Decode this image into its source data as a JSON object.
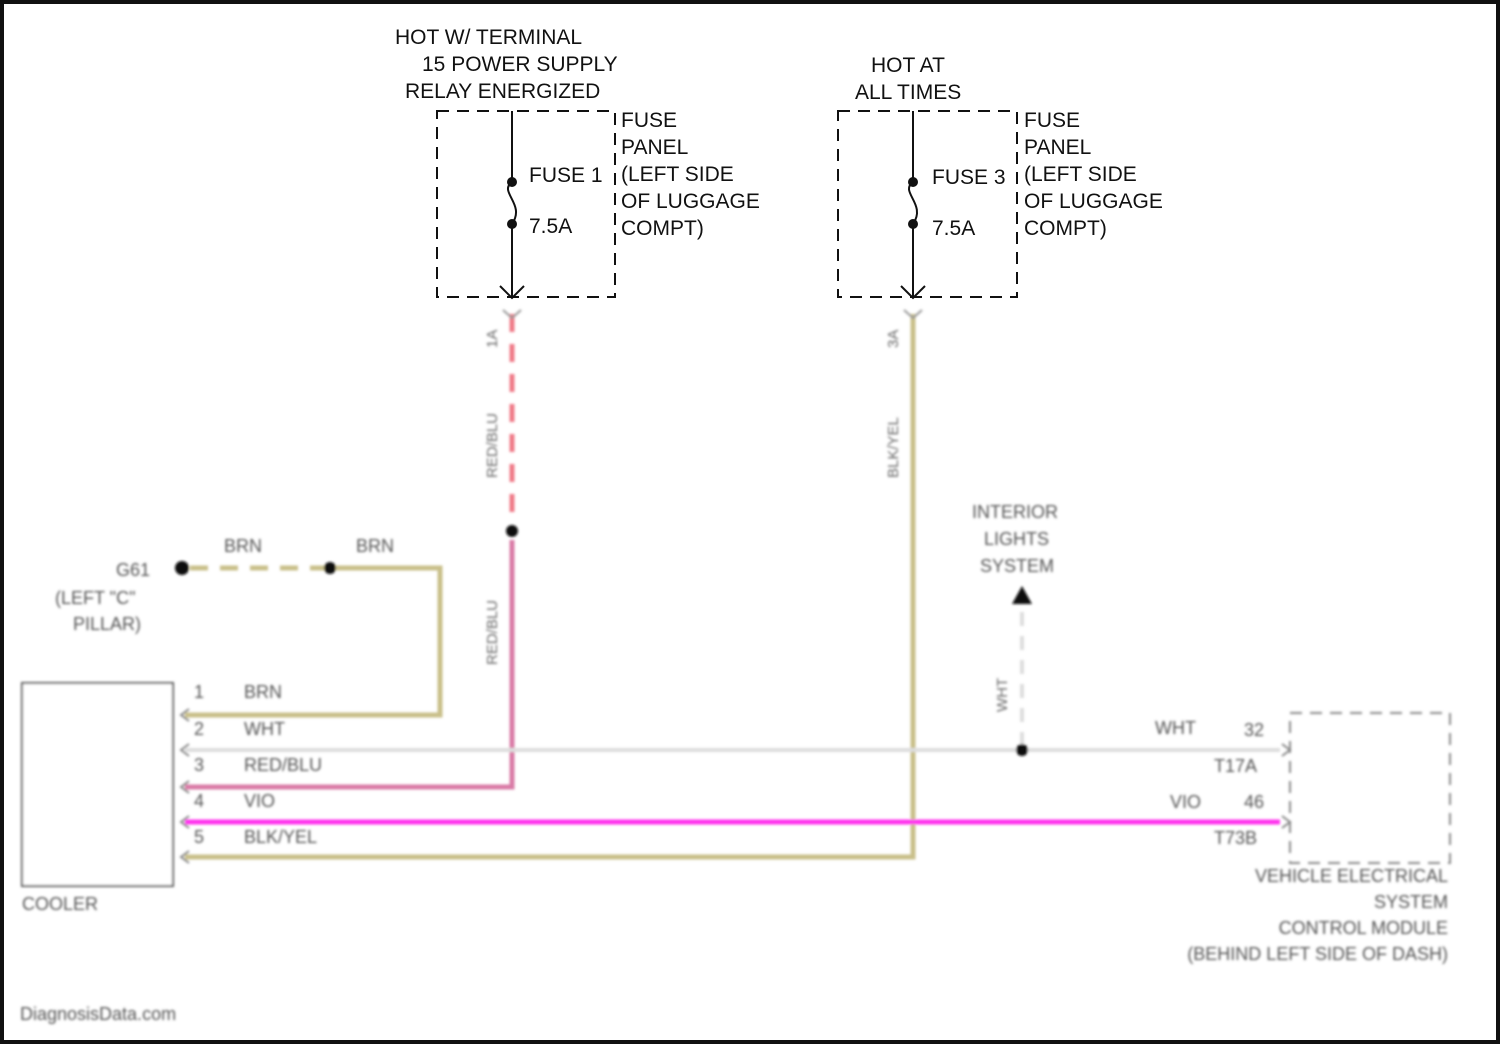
{
  "colors": {
    "wire_red_blu": "#f07a88",
    "wire_pink": "#ff33ee",
    "wire_tan": "#c9c08a",
    "wire_rose": "#d97aa6",
    "wire_grey": "#dddddd",
    "ink": "#111111"
  },
  "fuse1": {
    "supply_lines": [
      "HOT W/ TERMINAL",
      "15 POWER SUPPLY",
      "RELAY ENERGIZED"
    ],
    "name": "FUSE 1",
    "rating": "7.5A",
    "panel_lines": [
      "FUSE",
      "PANEL",
      "(LEFT SIDE",
      "OF LUGGAGE",
      "COMPT)"
    ],
    "terminal": "1A",
    "wire": "RED/BLU"
  },
  "fuse3": {
    "supply_lines": [
      "HOT AT",
      "ALL TIMES"
    ],
    "name": "FUSE 3",
    "rating": "7.5A",
    "panel_lines": [
      "FUSE",
      "PANEL",
      "(LEFT SIDE",
      "OF LUGGAGE",
      "COMPT)"
    ],
    "terminal": "3A",
    "wire": "BLK/YEL"
  },
  "splice_wire": "RED/BLU",
  "ground": {
    "name": "G61",
    "location_lines": [
      "(LEFT \"C\"",
      "PILLAR)"
    ],
    "wire1": "BRN",
    "wire2": "BRN"
  },
  "interior_lights": {
    "lines": [
      "INTERIOR",
      "LIGHTS",
      "SYSTEM"
    ],
    "wire": "WHT"
  },
  "cooler": {
    "name": "COOLER",
    "pins": [
      {
        "num": "1",
        "wire": "BRN"
      },
      {
        "num": "2",
        "wire": "WHT"
      },
      {
        "num": "3",
        "wire": "RED/BLU"
      },
      {
        "num": "4",
        "wire": "VIO"
      },
      {
        "num": "5",
        "wire": "BLK/YEL"
      }
    ]
  },
  "control_module": {
    "name_lines": [
      "VEHICLE ELECTRICAL",
      "SYSTEM",
      "CONTROL MODULE",
      "(BEHIND LEFT SIDE OF DASH)"
    ],
    "wht_wire": "WHT",
    "wht_pin": "32",
    "wht_connector": "T17A",
    "vio_wire": "VIO",
    "vio_pin": "46",
    "vio_connector": "T73B"
  },
  "watermark": "DiagnosisData.com"
}
